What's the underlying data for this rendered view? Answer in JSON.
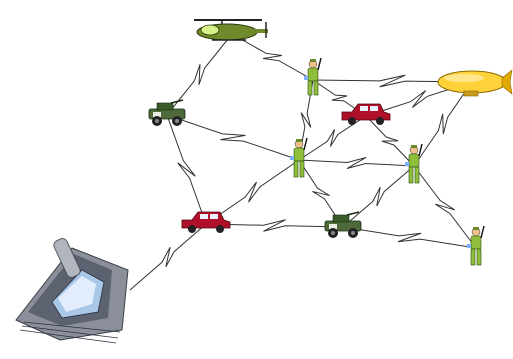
{
  "diagram": {
    "nodes": [
      {
        "id": "helicopter",
        "icon": "helicopter-icon"
      },
      {
        "id": "soldier-top",
        "icon": "soldier-icon"
      },
      {
        "id": "blimp",
        "icon": "blimp-icon"
      },
      {
        "id": "humvee-left",
        "icon": "military-vehicle-icon"
      },
      {
        "id": "red-suv-top",
        "icon": "red-suv-icon"
      },
      {
        "id": "soldier-center",
        "icon": "soldier-icon"
      },
      {
        "id": "soldier-right",
        "icon": "soldier-icon"
      },
      {
        "id": "red-suv-bottom",
        "icon": "red-suv-icon"
      },
      {
        "id": "humvee-bottom",
        "icon": "military-vehicle-icon"
      },
      {
        "id": "soldier-far-right",
        "icon": "soldier-icon"
      },
      {
        "id": "communicator-device",
        "icon": "handheld-communicator-icon"
      }
    ],
    "links": [
      [
        "helicopter",
        "soldier-top"
      ],
      [
        "helicopter",
        "humvee-left"
      ],
      [
        "soldier-top",
        "blimp"
      ],
      [
        "soldier-top",
        "red-suv-top"
      ],
      [
        "soldier-top",
        "soldier-center"
      ],
      [
        "blimp",
        "red-suv-top"
      ],
      [
        "blimp",
        "soldier-right"
      ],
      [
        "humvee-left",
        "soldier-center"
      ],
      [
        "humvee-left",
        "red-suv-bottom"
      ],
      [
        "red-suv-top",
        "soldier-center"
      ],
      [
        "red-suv-top",
        "soldier-right"
      ],
      [
        "soldier-center",
        "red-suv-bottom"
      ],
      [
        "soldier-center",
        "humvee-bottom"
      ],
      [
        "soldier-center",
        "soldier-right"
      ],
      [
        "soldier-right",
        "humvee-bottom"
      ],
      [
        "soldier-right",
        "soldier-far-right"
      ],
      [
        "red-suv-bottom",
        "humvee-bottom"
      ],
      [
        "humvee-bottom",
        "soldier-far-right"
      ],
      [
        "red-suv-bottom",
        "communicator-device"
      ]
    ]
  },
  "colors": {
    "link": "#333333",
    "soldier_uniform": "#8fbf3a",
    "soldier_skin": "#f0c08a",
    "helicopter_body": "#7a8f3a",
    "helicopter_canopy": "#d8f08a",
    "blimp_body": "#ffd23a",
    "suv_body": "#b0102a",
    "humvee_body": "#3a5a2a",
    "device_body": "#8a8f99"
  }
}
